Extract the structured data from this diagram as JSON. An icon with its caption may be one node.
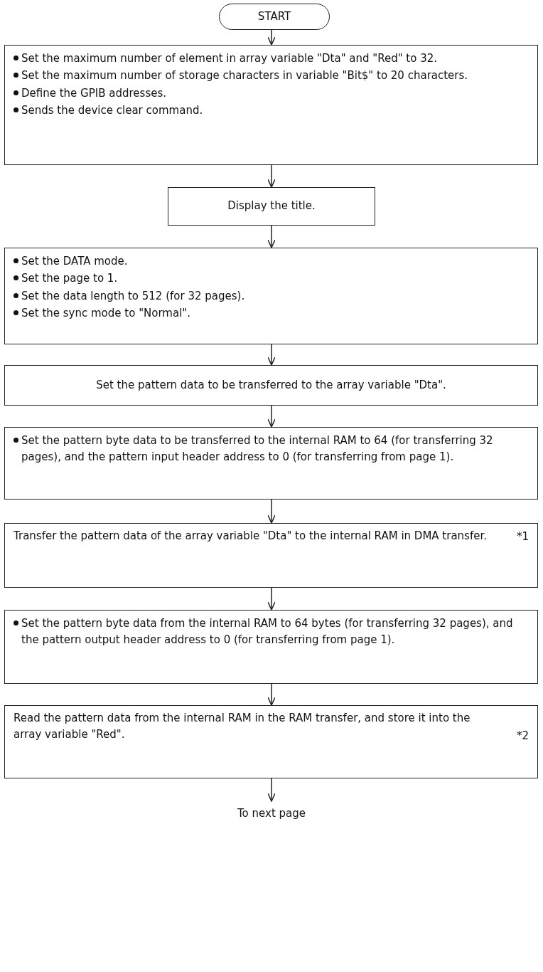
{
  "diagram": {
    "nodes": [
      {
        "text": [
          "START"
        ]
      },
      {
        "text": [
          "Set the maximum number of element in array variable \"Dta\" and \"Red\" to 32.",
          "Set the maximum number of storage characters in variable \"Bit$\" to 20 characters.",
          "Define the GPIB addresses.",
          "Sends the device clear command."
        ]
      },
      {
        "text": [
          "Display the title."
        ]
      },
      {
        "text": [
          "Set the DATA mode.",
          "Set the page to 1.",
          "Set the data length to 512 (for 32 pages).",
          "Set the sync mode to \"Normal\"."
        ]
      },
      {
        "text": [
          "Set the pattern data to be transferred to the array variable \"Dta\"."
        ]
      },
      {
        "text": [
          "Set the pattern byte data to be transferred to the internal RAM to 64 (for transferring 32 pages), and the pattern input header address to 0 (for transferring from page 1)."
        ]
      },
      {
        "text": [
          "Transfer the pattern data of the array variable \"Dta\" to the internal RAM in DMA transfer.",
          "*1"
        ]
      },
      {
        "text": [
          "Set the pattern byte data from the internal RAM to 64 bytes (for transferring 32 pages), and the pattern output header address to 0 (for transferring from page 1)."
        ]
      },
      {
        "text": [
          "Read the pattern data from the internal RAM in the RAM transfer, and store it into the array variable \"Red\".",
          "*2"
        ]
      },
      {
        "text": [
          "To next page"
        ]
      }
    ],
    "edges": [
      {
        "from": 0,
        "to": 1,
        "arrow": "to"
      },
      {
        "from": 1,
        "to": 2,
        "arrow": "to"
      },
      {
        "from": 2,
        "to": 3,
        "arrow": "to"
      },
      {
        "from": 3,
        "to": 4,
        "arrow": "to"
      },
      {
        "from": 4,
        "to": 5,
        "arrow": "to"
      },
      {
        "from": 5,
        "to": 6,
        "arrow": "to"
      },
      {
        "from": 6,
        "to": 7,
        "arrow": "to"
      },
      {
        "from": 7,
        "to": 8,
        "arrow": "to"
      },
      {
        "from": 8,
        "to": 9,
        "arrow": "to"
      }
    ]
  }
}
